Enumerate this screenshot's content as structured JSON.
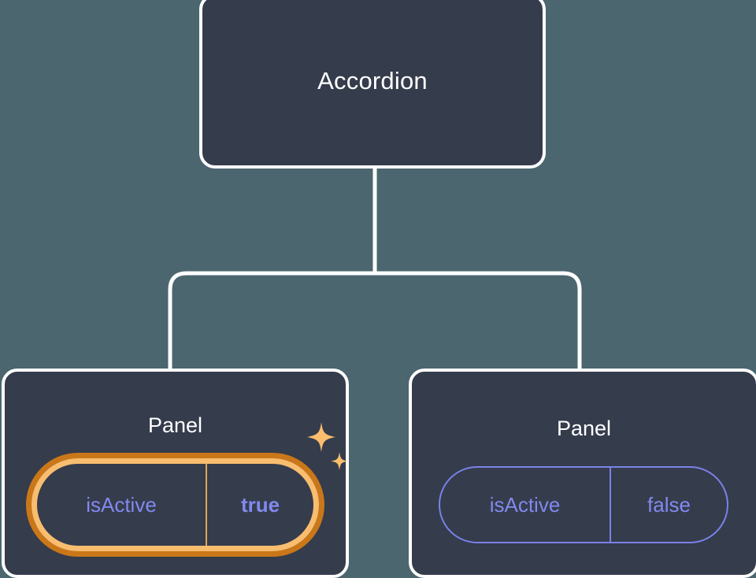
{
  "diagram": {
    "type": "component-tree",
    "background_color": "#4b666f",
    "node_fill": "#353c4c",
    "node_border": "#ffffff",
    "accent_indigo": "#8289ee",
    "highlight_outer": "#ca7719",
    "highlight_inner": "#f9bd6f",
    "root": {
      "label": "Accordion"
    },
    "children": [
      {
        "label": "Panel",
        "highlighted": true,
        "props": [
          {
            "key": "isActive",
            "value": "true"
          }
        ],
        "sparkle_icon": "sparkles-icon"
      },
      {
        "label": "Panel",
        "highlighted": false,
        "props": [
          {
            "key": "isActive",
            "value": "false"
          }
        ]
      }
    ]
  }
}
